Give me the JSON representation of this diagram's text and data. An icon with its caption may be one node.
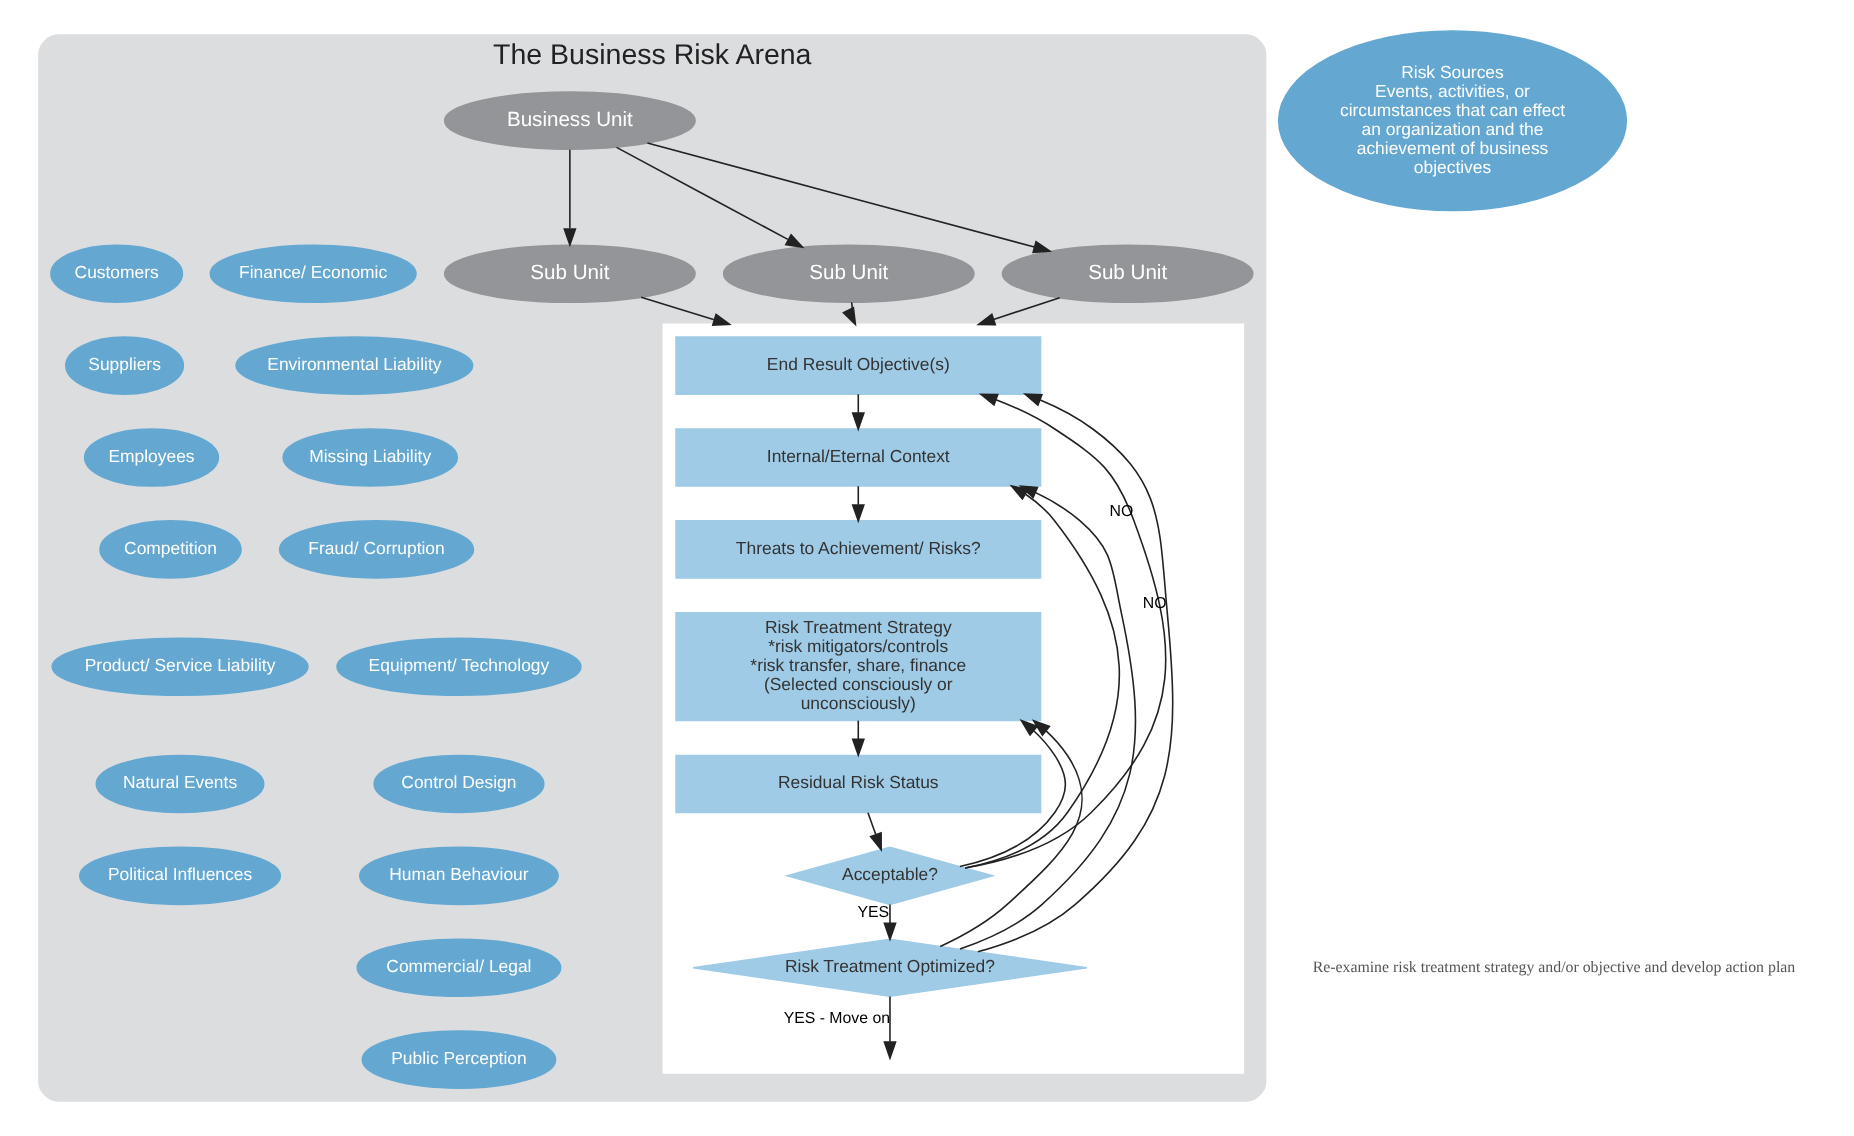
{
  "diagram": {
    "nodes": [
      {
        "text": [
          "The Business Risk Arena"
        ]
      },
      {
        "text": [
          "Risk Sources",
          "Events, activities, or circumstances that can effect an organization and the achievement of business objectives"
        ]
      },
      {
        "text": [
          "Business Unit"
        ],
        "in": 0
      },
      {
        "text": [
          "Sub Unit"
        ],
        "in": 0
      },
      {
        "text": [
          "Sub Unit"
        ],
        "in": 0
      },
      {
        "text": [
          "Sub Unit"
        ],
        "in": 0
      },
      {
        "text": [],
        "shape": "box",
        "in": 0
      },
      {
        "text": [
          "End Result Objective(s)"
        ],
        "in": 6
      },
      {
        "text": [
          "Internal/Eternal Context"
        ],
        "in": 6
      },
      {
        "text": [
          "Threats to Achievement/ Risks?"
        ],
        "in": 6
      },
      {
        "text": [
          "Risk Treatment Strategy",
          "*risk mitigators/controls *risk transfer, share, finance",
          "(Selected consciously or unconsciously)"
        ],
        "in": 6
      },
      {
        "text": [
          "Residual Risk Status"
        ],
        "in": 6
      },
      {
        "text": [
          "Acceptable?"
        ],
        "in": 6
      },
      {
        "text": [
          "Risk Treatment Optimized?"
        ],
        "in": 6
      },
      {
        "text": [
          "Customers"
        ],
        "in": 0
      },
      {
        "text": [
          "Suppliers"
        ],
        "in": 0
      },
      {
        "text": [
          "Employees"
        ],
        "in": 0
      },
      {
        "text": [
          "Competition"
        ],
        "in": 0
      },
      {
        "text": [
          "Product/ Service Liability"
        ],
        "in": 0
      },
      {
        "text": [
          "Natural Events"
        ],
        "in": 0
      },
      {
        "text": [
          "Political Influences"
        ],
        "in": 0
      },
      {
        "text": [
          "Finance/ Economic"
        ],
        "in": 0
      },
      {
        "text": [
          "Environmental Liability"
        ],
        "in": 0
      },
      {
        "text": [
          "Missing Liability"
        ],
        "in": 0
      },
      {
        "text": [
          "Fraud/ Corruption"
        ],
        "in": 0
      },
      {
        "text": [
          "Equipment/ Technology"
        ],
        "in": 0
      },
      {
        "text": [
          "Control Design"
        ],
        "in": 0
      },
      {
        "text": [
          "Human Behaviour"
        ],
        "in": 0
      },
      {
        "text": [
          "Commercial/ Legal"
        ],
        "in": 0
      },
      {
        "text": [
          "Public Perception"
        ],
        "in": 0
      }
    ],
    "edges": [
      {
        "from": 2,
        "to": 3,
        "arrow": "to"
      },
      {
        "from": 2,
        "to": 4,
        "arrow": "to"
      },
      {
        "from": 2,
        "to": 5,
        "arrow": "to"
      },
      {
        "from": 3,
        "to": 6,
        "arrow": "to"
      },
      {
        "from": 4,
        "to": 6,
        "arrow": "to"
      },
      {
        "from": 5,
        "to": 6,
        "arrow": "to"
      },
      {
        "from": 7,
        "to": 8,
        "arrow": "to"
      },
      {
        "from": 8,
        "to": 9,
        "arrow": "to"
      },
      {
        "from": 10,
        "to": 11,
        "arrow": "to"
      },
      {
        "from": 11,
        "to": 12,
        "arrow": "to"
      },
      {
        "from": 12,
        "to": 13,
        "label": "YES",
        "arrow": "to"
      },
      {
        "from": 13,
        "to": null,
        "label": "YES - Move on",
        "arrow": "to"
      },
      {
        "from": 12,
        "to": 7,
        "label": "NO",
        "arrow": "to"
      },
      {
        "from": 12,
        "to": 8,
        "arrow": "to"
      },
      {
        "from": 12,
        "to": 10,
        "arrow": "to"
      },
      {
        "from": 13,
        "to": 7,
        "label": "NO",
        "arrow": "to"
      },
      {
        "from": 13,
        "to": 8,
        "arrow": "to"
      },
      {
        "from": 13,
        "to": 10,
        "arrow": "to"
      }
    ],
    "labels": [
      "Re-examine risk treatment strategy and/or objective and develop action plan"
    ]
  }
}
